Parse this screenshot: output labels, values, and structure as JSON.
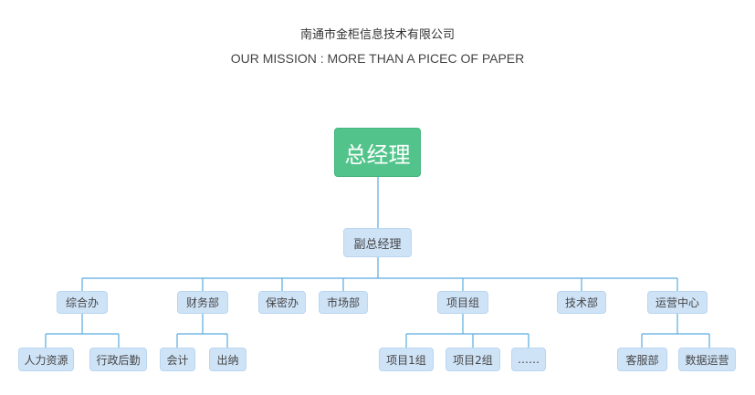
{
  "header": {
    "company": "南通市金柜信息技术有限公司",
    "mission": "OUR MISSION : MORE THAN A PICEC OF PAPER"
  },
  "colors": {
    "root_fill": "#52c48b",
    "node_fill": "#cfe3f7",
    "connector": "#5aabe0"
  },
  "org": {
    "root": "总经理",
    "vp": "副总经理",
    "departments": [
      {
        "label": "综合办",
        "children": [
          "人力资源",
          "行政后勤"
        ]
      },
      {
        "label": "财务部",
        "children": [
          "会计",
          "出纳"
        ]
      },
      {
        "label": "保密办",
        "children": []
      },
      {
        "label": "市场部",
        "children": []
      },
      {
        "label": "项目组",
        "children": [
          "项目1组",
          "项目2组",
          "……"
        ]
      },
      {
        "label": "技术部",
        "children": []
      },
      {
        "label": "运营中心",
        "children": [
          "客服部",
          "数据运营"
        ]
      }
    ]
  }
}
